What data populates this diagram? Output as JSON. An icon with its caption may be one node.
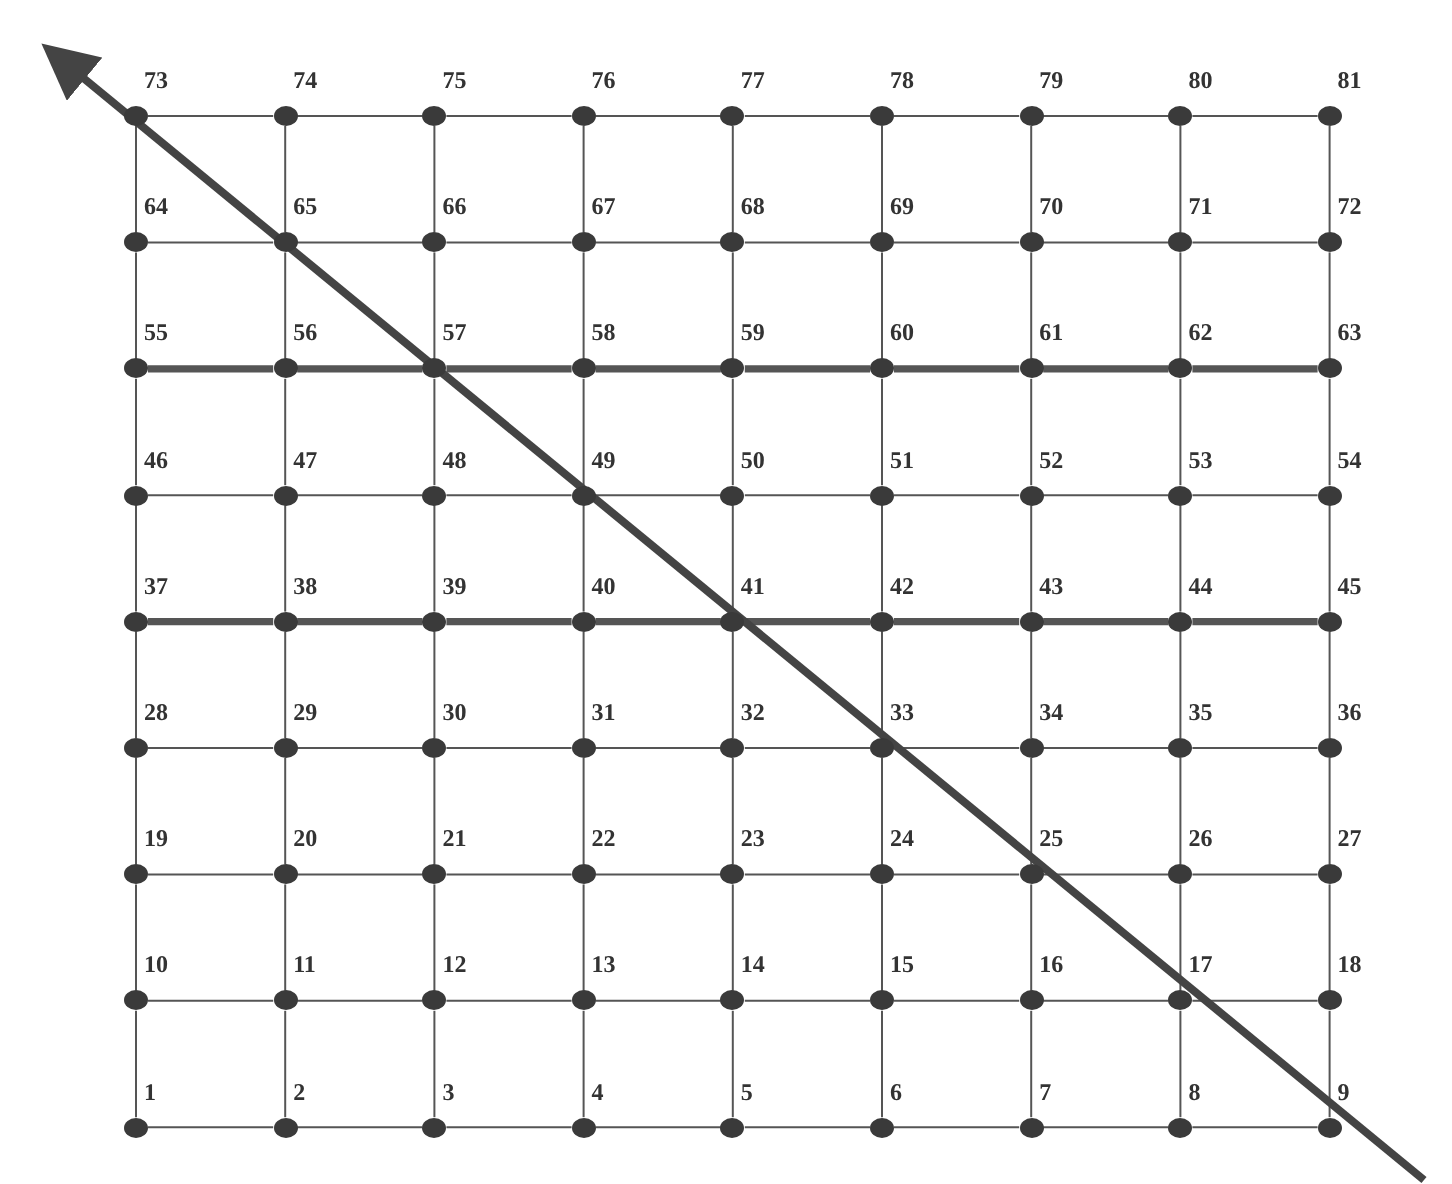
{
  "diagram": {
    "nodes": [
      {
        "text": [],
        "shape": "circle",
        "beside": [
          "73"
        ]
      },
      {
        "text": [],
        "shape": "circle",
        "beside": [
          "74"
        ]
      },
      {
        "text": [],
        "shape": "circle",
        "beside": [
          "75"
        ]
      },
      {
        "text": [],
        "shape": "circle",
        "beside": [
          "76"
        ]
      },
      {
        "text": [],
        "shape": "circle",
        "beside": [
          "77"
        ]
      },
      {
        "text": [],
        "shape": "circle",
        "beside": [
          "78"
        ]
      },
      {
        "text": [],
        "shape": "circle",
        "beside": [
          "79"
        ]
      },
      {
        "text": [],
        "shape": "circle",
        "beside": [
          "80"
        ]
      },
      {
        "text": [],
        "shape": "circle",
        "beside": [
          "81"
        ]
      },
      {
        "text": [],
        "shape": "circle",
        "beside": [
          "64"
        ]
      },
      {
        "text": [],
        "shape": "circle",
        "beside": [
          "65"
        ]
      },
      {
        "text": [],
        "shape": "circle",
        "beside": [
          "66"
        ]
      },
      {
        "text": [],
        "shape": "circle",
        "beside": [
          "67"
        ]
      },
      {
        "text": [],
        "shape": "circle",
        "beside": [
          "68"
        ]
      },
      {
        "text": [],
        "shape": "circle",
        "beside": [
          "69"
        ]
      },
      {
        "text": [],
        "shape": "circle",
        "beside": [
          "70"
        ]
      },
      {
        "text": [],
        "shape": "circle",
        "beside": [
          "71"
        ]
      },
      {
        "text": [],
        "shape": "circle",
        "beside": [
          "72"
        ]
      },
      {
        "text": [],
        "shape": "circle",
        "beside": [
          "55"
        ]
      },
      {
        "text": [],
        "shape": "circle",
        "beside": [
          "56"
        ]
      },
      {
        "text": [],
        "shape": "circle",
        "beside": [
          "57"
        ]
      },
      {
        "text": [],
        "shape": "circle",
        "beside": [
          "58"
        ]
      },
      {
        "text": [],
        "shape": "circle",
        "beside": [
          "59"
        ]
      },
      {
        "text": [],
        "shape": "circle",
        "beside": [
          "60"
        ]
      },
      {
        "text": [],
        "shape": "circle",
        "beside": [
          "61"
        ]
      },
      {
        "text": [],
        "shape": "circle",
        "beside": [
          "62"
        ]
      },
      {
        "text": [],
        "shape": "circle",
        "beside": [
          "63"
        ]
      },
      {
        "text": [],
        "shape": "circle",
        "beside": [
          "46"
        ]
      },
      {
        "text": [],
        "shape": "circle",
        "beside": [
          "47"
        ]
      },
      {
        "text": [],
        "shape": "circle",
        "beside": [
          "48"
        ]
      },
      {
        "text": [],
        "shape": "circle",
        "beside": [
          "49"
        ]
      },
      {
        "text": [],
        "shape": "circle",
        "beside": [
          "50"
        ]
      },
      {
        "text": [],
        "shape": "circle",
        "beside": [
          "51"
        ]
      },
      {
        "text": [],
        "shape": "circle",
        "beside": [
          "52"
        ]
      },
      {
        "text": [],
        "shape": "circle",
        "beside": [
          "53"
        ]
      },
      {
        "text": [],
        "shape": "circle",
        "beside": [
          "54"
        ]
      },
      {
        "text": [],
        "shape": "circle",
        "beside": [
          "37"
        ]
      },
      {
        "text": [],
        "shape": "circle",
        "beside": [
          "38"
        ]
      },
      {
        "text": [],
        "shape": "circle",
        "beside": [
          "39"
        ]
      },
      {
        "text": [],
        "shape": "circle",
        "beside": [
          "40"
        ]
      },
      {
        "text": [],
        "shape": "circle",
        "beside": [
          "41"
        ]
      },
      {
        "text": [],
        "shape": "circle",
        "beside": [
          "42"
        ]
      },
      {
        "text": [],
        "shape": "circle",
        "beside": [
          "43"
        ]
      },
      {
        "text": [],
        "shape": "circle",
        "beside": [
          "44"
        ]
      },
      {
        "text": [],
        "shape": "circle",
        "beside": [
          "45"
        ]
      },
      {
        "text": [],
        "shape": "circle",
        "beside": [
          "28"
        ]
      },
      {
        "text": [],
        "shape": "circle",
        "beside": [
          "29"
        ]
      },
      {
        "text": [],
        "shape": "circle",
        "beside": [
          "30"
        ]
      },
      {
        "text": [],
        "shape": "circle",
        "beside": [
          "31"
        ]
      },
      {
        "text": [],
        "shape": "circle",
        "beside": [
          "32"
        ]
      },
      {
        "text": [],
        "shape": "circle",
        "beside": [
          "33"
        ]
      },
      {
        "text": [],
        "shape": "circle",
        "beside": [
          "34"
        ]
      },
      {
        "text": [],
        "shape": "circle",
        "beside": [
          "35"
        ]
      },
      {
        "text": [],
        "shape": "circle",
        "beside": [
          "36"
        ]
      },
      {
        "text": [],
        "shape": "circle",
        "beside": [
          "19"
        ]
      },
      {
        "text": [],
        "shape": "circle",
        "beside": [
          "20"
        ]
      },
      {
        "text": [],
        "shape": "circle",
        "beside": [
          "21"
        ]
      },
      {
        "text": [],
        "shape": "circle",
        "beside": [
          "22"
        ]
      },
      {
        "text": [],
        "shape": "circle",
        "beside": [
          "23"
        ]
      },
      {
        "text": [],
        "shape": "circle",
        "beside": [
          "24"
        ]
      },
      {
        "text": [],
        "shape": "circle",
        "beside": [
          "25"
        ]
      },
      {
        "text": [],
        "shape": "circle",
        "beside": [
          "26"
        ]
      },
      {
        "text": [],
        "shape": "circle",
        "beside": [
          "27"
        ]
      },
      {
        "text": [],
        "shape": "circle",
        "beside": [
          "10"
        ]
      },
      {
        "text": [],
        "shape": "circle",
        "beside": [
          "11"
        ]
      },
      {
        "text": [],
        "shape": "circle",
        "beside": [
          "12"
        ]
      },
      {
        "text": [],
        "shape": "circle",
        "beside": [
          "13"
        ]
      },
      {
        "text": [],
        "shape": "circle",
        "beside": [
          "14"
        ]
      },
      {
        "text": [],
        "shape": "circle",
        "beside": [
          "15"
        ]
      },
      {
        "text": [],
        "shape": "circle",
        "beside": [
          "16"
        ]
      },
      {
        "text": [],
        "shape": "circle",
        "beside": [
          "17"
        ]
      },
      {
        "text": [],
        "shape": "circle",
        "beside": [
          "18"
        ]
      },
      {
        "text": [],
        "shape": "circle",
        "beside": [
          "1"
        ]
      },
      {
        "text": [],
        "shape": "circle",
        "beside": [
          "2"
        ]
      },
      {
        "text": [],
        "shape": "circle",
        "beside": [
          "3"
        ]
      },
      {
        "text": [],
        "shape": "circle",
        "beside": [
          "4"
        ]
      },
      {
        "text": [],
        "shape": "circle",
        "beside": [
          "5"
        ]
      },
      {
        "text": [],
        "shape": "circle",
        "beside": [
          "6"
        ]
      },
      {
        "text": [],
        "shape": "circle",
        "beside": [
          "7"
        ]
      },
      {
        "text": [],
        "shape": "circle",
        "beside": [
          "8"
        ]
      },
      {
        "text": [],
        "shape": "circle",
        "beside": [
          "9"
        ]
      }
    ],
    "edges": [
      {
        "from": 0,
        "to": 1,
        "arrow": "none"
      },
      {
        "from": 1,
        "to": 2,
        "arrow": "none"
      },
      {
        "from": 2,
        "to": 3,
        "arrow": "none"
      },
      {
        "from": 3,
        "to": 4,
        "arrow": "none"
      },
      {
        "from": 4,
        "to": 5,
        "arrow": "none"
      },
      {
        "from": 5,
        "to": 6,
        "arrow": "none"
      },
      {
        "from": 6,
        "to": 7,
        "arrow": "none"
      },
      {
        "from": 7,
        "to": 8,
        "arrow": "none"
      },
      {
        "from": 0,
        "to": 9,
        "arrow": "none"
      },
      {
        "from": 1,
        "to": 10,
        "arrow": "none"
      },
      {
        "from": 2,
        "to": 11,
        "arrow": "none"
      },
      {
        "from": 3,
        "to": 12,
        "arrow": "none"
      },
      {
        "from": 4,
        "to": 13,
        "arrow": "none"
      },
      {
        "from": 5,
        "to": 14,
        "arrow": "none"
      },
      {
        "from": 6,
        "to": 15,
        "arrow": "none"
      },
      {
        "from": 7,
        "to": 16,
        "arrow": "none"
      },
      {
        "from": 8,
        "to": 17,
        "arrow": "none"
      },
      {
        "from": 9,
        "to": 10,
        "arrow": "none"
      },
      {
        "from": 10,
        "to": 11,
        "arrow": "none"
      },
      {
        "from": 11,
        "to": 12,
        "arrow": "none"
      },
      {
        "from": 12,
        "to": 13,
        "arrow": "none"
      },
      {
        "from": 13,
        "to": 14,
        "arrow": "none"
      },
      {
        "from": 14,
        "to": 15,
        "arrow": "none"
      },
      {
        "from": 15,
        "to": 16,
        "arrow": "none"
      },
      {
        "from": 16,
        "to": 17,
        "arrow": "none"
      },
      {
        "from": 9,
        "to": 18,
        "arrow": "none"
      },
      {
        "from": 10,
        "to": 19,
        "arrow": "none"
      },
      {
        "from": 11,
        "to": 20,
        "arrow": "none"
      },
      {
        "from": 12,
        "to": 21,
        "arrow": "none"
      },
      {
        "from": 13,
        "to": 22,
        "arrow": "none"
      },
      {
        "from": 14,
        "to": 23,
        "arrow": "none"
      },
      {
        "from": 15,
        "to": 24,
        "arrow": "none"
      },
      {
        "from": 16,
        "to": 25,
        "arrow": "none"
      },
      {
        "from": 17,
        "to": 26,
        "arrow": "none"
      },
      {
        "from": 18,
        "to": 19,
        "arrow": "none",
        "style": "thick"
      },
      {
        "from": 19,
        "to": 20,
        "arrow": "none",
        "style": "thick"
      },
      {
        "from": 20,
        "to": 21,
        "arrow": "none",
        "style": "thick"
      },
      {
        "from": 21,
        "to": 22,
        "arrow": "none",
        "style": "thick"
      },
      {
        "from": 22,
        "to": 23,
        "arrow": "none",
        "style": "thick"
      },
      {
        "from": 23,
        "to": 24,
        "arrow": "none",
        "style": "thick"
      },
      {
        "from": 24,
        "to": 25,
        "arrow": "none",
        "style": "thick"
      },
      {
        "from": 25,
        "to": 26,
        "arrow": "none",
        "style": "thick"
      },
      {
        "from": 18,
        "to": 27,
        "arrow": "none"
      },
      {
        "from": 19,
        "to": 28,
        "arrow": "none"
      },
      {
        "from": 20,
        "to": 29,
        "arrow": "none"
      },
      {
        "from": 21,
        "to": 30,
        "arrow": "none"
      },
      {
        "from": 22,
        "to": 31,
        "arrow": "none"
      },
      {
        "from": 23,
        "to": 32,
        "arrow": "none"
      },
      {
        "from": 24,
        "to": 33,
        "arrow": "none"
      },
      {
        "from": 25,
        "to": 34,
        "arrow": "none"
      },
      {
        "from": 26,
        "to": 35,
        "arrow": "none"
      },
      {
        "from": 27,
        "to": 28,
        "arrow": "none"
      },
      {
        "from": 28,
        "to": 29,
        "arrow": "none"
      },
      {
        "from": 29,
        "to": 30,
        "arrow": "none"
      },
      {
        "from": 30,
        "to": 31,
        "arrow": "none"
      },
      {
        "from": 31,
        "to": 32,
        "arrow": "none"
      },
      {
        "from": 32,
        "to": 33,
        "arrow": "none"
      },
      {
        "from": 33,
        "to": 34,
        "arrow": "none"
      },
      {
        "from": 34,
        "to": 35,
        "arrow": "none"
      },
      {
        "from": 27,
        "to": 36,
        "arrow": "none"
      },
      {
        "from": 28,
        "to": 37,
        "arrow": "none"
      },
      {
        "from": 29,
        "to": 38,
        "arrow": "none"
      },
      {
        "from": 30,
        "to": 39,
        "arrow": "none"
      },
      {
        "from": 31,
        "to": 40,
        "arrow": "none"
      },
      {
        "from": 32,
        "to": 41,
        "arrow": "none"
      },
      {
        "from": 33,
        "to": 42,
        "arrow": "none"
      },
      {
        "from": 34,
        "to": 43,
        "arrow": "none"
      },
      {
        "from": 35,
        "to": 44,
        "arrow": "none"
      },
      {
        "from": 36,
        "to": 37,
        "arrow": "none",
        "style": "thick"
      },
      {
        "from": 37,
        "to": 38,
        "arrow": "none",
        "style": "thick"
      },
      {
        "from": 38,
        "to": 39,
        "arrow": "none",
        "style": "thick"
      },
      {
        "from": 39,
        "to": 40,
        "arrow": "none",
        "style": "thick"
      },
      {
        "from": 40,
        "to": 41,
        "arrow": "none",
        "style": "thick"
      },
      {
        "from": 41,
        "to": 42,
        "arrow": "none",
        "style": "thick"
      },
      {
        "from": 42,
        "to": 43,
        "arrow": "none",
        "style": "thick"
      },
      {
        "from": 43,
        "to": 44,
        "arrow": "none",
        "style": "thick"
      },
      {
        "from": 36,
        "to": 45,
        "arrow": "none"
      },
      {
        "from": 37,
        "to": 46,
        "arrow": "none"
      },
      {
        "from": 38,
        "to": 47,
        "arrow": "none"
      },
      {
        "from": 39,
        "to": 48,
        "arrow": "none"
      },
      {
        "from": 40,
        "to": 49,
        "arrow": "none"
      },
      {
        "from": 41,
        "to": 50,
        "arrow": "none"
      },
      {
        "from": 42,
        "to": 51,
        "arrow": "none"
      },
      {
        "from": 43,
        "to": 52,
        "arrow": "none"
      },
      {
        "from": 44,
        "to": 53,
        "arrow": "none"
      },
      {
        "from": 45,
        "to": 46,
        "arrow": "none"
      },
      {
        "from": 46,
        "to": 47,
        "arrow": "none"
      },
      {
        "from": 47,
        "to": 48,
        "arrow": "none"
      },
      {
        "from": 48,
        "to": 49,
        "arrow": "none"
      },
      {
        "from": 49,
        "to": 50,
        "arrow": "none"
      },
      {
        "from": 50,
        "to": 51,
        "arrow": "none"
      },
      {
        "from": 51,
        "to": 52,
        "arrow": "none"
      },
      {
        "from": 52,
        "to": 53,
        "arrow": "none"
      },
      {
        "from": 45,
        "to": 54,
        "arrow": "none"
      },
      {
        "from": 46,
        "to": 55,
        "arrow": "none"
      },
      {
        "from": 47,
        "to": 56,
        "arrow": "none"
      },
      {
        "from": 48,
        "to": 57,
        "arrow": "none"
      },
      {
        "from": 49,
        "to": 58,
        "arrow": "none"
      },
      {
        "from": 50,
        "to": 59,
        "arrow": "none"
      },
      {
        "from": 51,
        "to": 60,
        "arrow": "none"
      },
      {
        "from": 52,
        "to": 61,
        "arrow": "none"
      },
      {
        "from": 53,
        "to": 62,
        "arrow": "none"
      },
      {
        "from": 54,
        "to": 55,
        "arrow": "none"
      },
      {
        "from": 55,
        "to": 56,
        "arrow": "none"
      },
      {
        "from": 56,
        "to": 57,
        "arrow": "none"
      },
      {
        "from": 57,
        "to": 58,
        "arrow": "none"
      },
      {
        "from": 58,
        "to": 59,
        "arrow": "none"
      },
      {
        "from": 59,
        "to": 60,
        "arrow": "none"
      },
      {
        "from": 60,
        "to": 61,
        "arrow": "none"
      },
      {
        "from": 61,
        "to": 62,
        "arrow": "none"
      },
      {
        "from": 54,
        "to": 63,
        "arrow": "none"
      },
      {
        "from": 55,
        "to": 64,
        "arrow": "none"
      },
      {
        "from": 56,
        "to": 65,
        "arrow": "none"
      },
      {
        "from": 57,
        "to": 66,
        "arrow": "none"
      },
      {
        "from": 58,
        "to": 67,
        "arrow": "none"
      },
      {
        "from": 59,
        "to": 68,
        "arrow": "none"
      },
      {
        "from": 60,
        "to": 69,
        "arrow": "none"
      },
      {
        "from": 61,
        "to": 70,
        "arrow": "none"
      },
      {
        "from": 62,
        "to": 71,
        "arrow": "none"
      },
      {
        "from": 63,
        "to": 64,
        "arrow": "none"
      },
      {
        "from": 64,
        "to": 65,
        "arrow": "none"
      },
      {
        "from": 65,
        "to": 66,
        "arrow": "none"
      },
      {
        "from": 66,
        "to": 67,
        "arrow": "none"
      },
      {
        "from": 67,
        "to": 68,
        "arrow": "none"
      },
      {
        "from": 68,
        "to": 69,
        "arrow": "none"
      },
      {
        "from": 69,
        "to": 70,
        "arrow": "none"
      },
      {
        "from": 70,
        "to": 71,
        "arrow": "none"
      },
      {
        "from": 63,
        "to": 72,
        "arrow": "none"
      },
      {
        "from": 64,
        "to": 73,
        "arrow": "none"
      },
      {
        "from": 65,
        "to": 74,
        "arrow": "none"
      },
      {
        "from": 66,
        "to": 75,
        "arrow": "none"
      },
      {
        "from": 67,
        "to": 76,
        "arrow": "none"
      },
      {
        "from": 68,
        "to": 77,
        "arrow": "none"
      },
      {
        "from": 69,
        "to": 78,
        "arrow": "none"
      },
      {
        "from": 70,
        "to": 79,
        "arrow": "none"
      },
      {
        "from": 71,
        "to": 80,
        "arrow": "none"
      },
      {
        "from": 72,
        "to": 73,
        "arrow": "none"
      },
      {
        "from": 73,
        "to": 74,
        "arrow": "none"
      },
      {
        "from": 74,
        "to": 75,
        "arrow": "none"
      },
      {
        "from": 75,
        "to": 76,
        "arrow": "none"
      },
      {
        "from": 76,
        "to": 77,
        "arrow": "none"
      },
      {
        "from": 77,
        "to": 78,
        "arrow": "none"
      },
      {
        "from": 78,
        "to": 79,
        "arrow": "none"
      },
      {
        "from": 79,
        "to": 80,
        "arrow": "none"
      }
    ]
  }
}
